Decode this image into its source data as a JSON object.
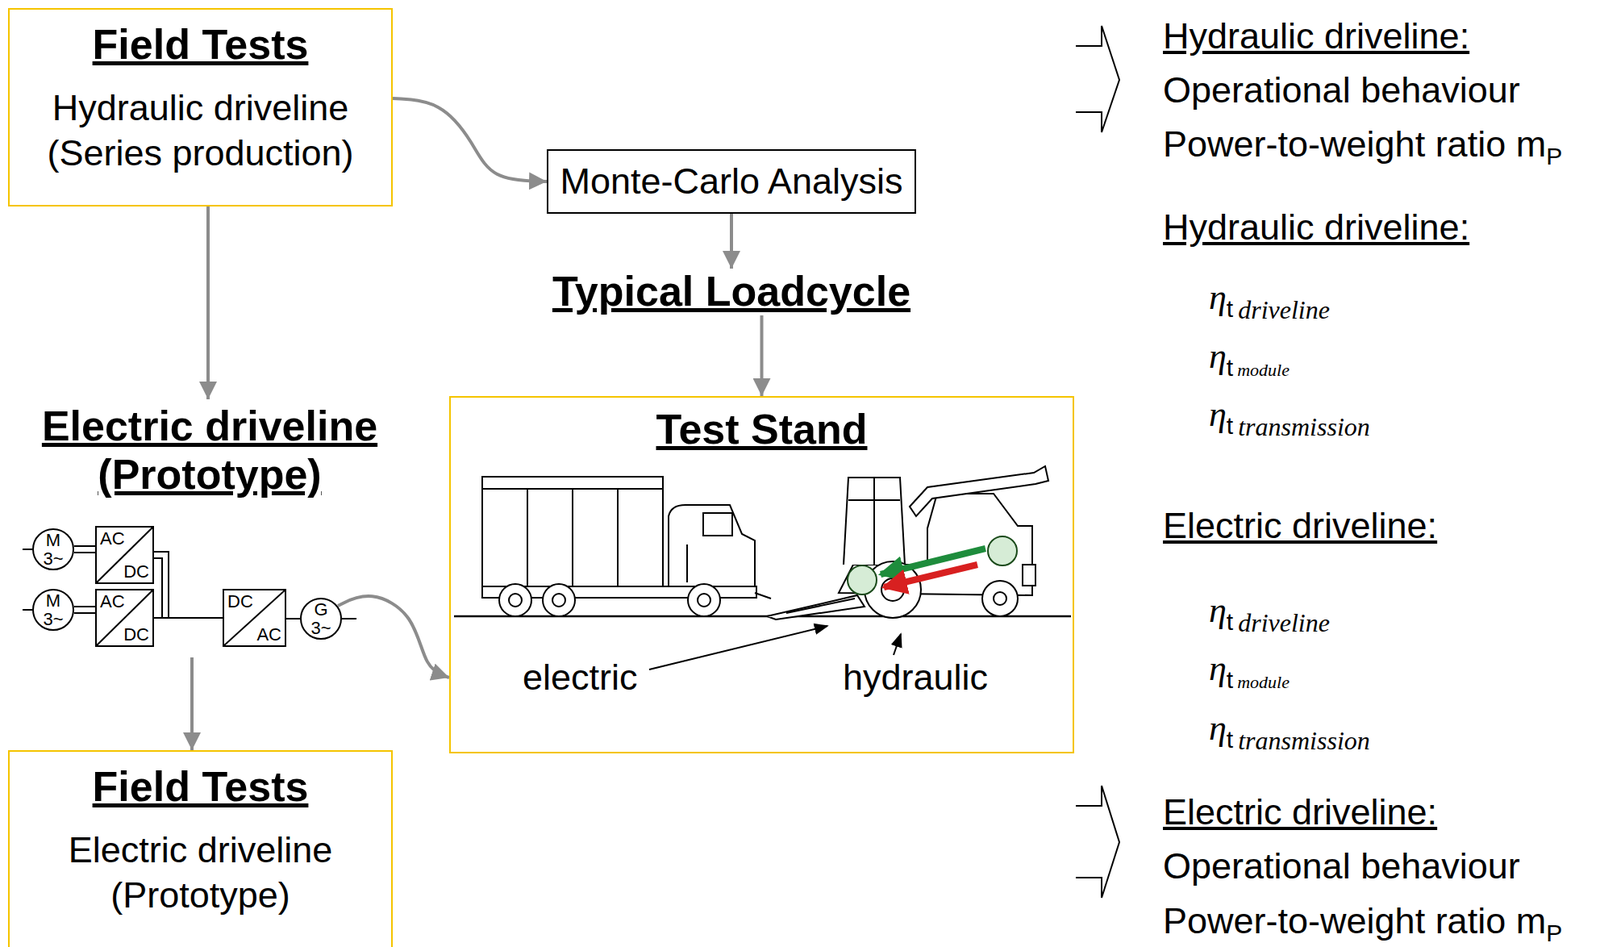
{
  "diagram": {
    "nodes": [
      {
        "text": [
          "Field Tests",
          "Hydraulic driveline (Series production)"
        ]
      },
      {
        "text": [
          "Monte-Carlo Analysis"
        ]
      },
      {
        "text": [
          "Typical Loadcycle"
        ]
      },
      {
        "text": [
          "Electric driveline (Prototype)"
        ]
      },
      {
        "text": [
          "M",
          "3~"
        ],
        "in": 3
      },
      {
        "text": [
          "AC",
          "DC"
        ],
        "in": 3
      },
      {
        "text": [
          "M",
          "3~"
        ],
        "in": 3
      },
      {
        "text": [
          "AC",
          "DC"
        ],
        "in": 3
      },
      {
        "text": [
          "DC",
          "AC"
        ],
        "in": 3
      },
      {
        "text": [
          "G",
          "3~"
        ],
        "in": 3
      },
      {
        "text": [
          "Test Stand"
        ]
      },
      {
        "text": [
          "Field Tests",
          "Electric driveline (Prototype)"
        ]
      }
    ],
    "edges": [
      {
        "from": 0,
        "to": 1,
        "arrow": "to"
      },
      {
        "from": 0,
        "to": 3,
        "arrow": "to"
      },
      {
        "from": 1,
        "to": 2,
        "arrow": "to"
      },
      {
        "from": 2,
        "to": 10,
        "arrow": "to"
      },
      {
        "from": 3,
        "to": 11,
        "arrow": "to"
      },
      {
        "from": 4,
        "to": 5,
        "arrow": "none"
      },
      {
        "from": 6,
        "to": 7,
        "arrow": "none"
      },
      {
        "from": 5,
        "to": 8,
        "arrow": "none"
      },
      {
        "from": 7,
        "to": 8,
        "arrow": "none"
      },
      {
        "from": 8,
        "to": 9,
        "arrow": "none"
      },
      {
        "from": 9,
        "to": 10,
        "arrow": "to"
      }
    ],
    "labels": [
      "Hydraulic driveline:",
      "Operational behaviour",
      "Power-to-weight ratio m",
      "P",
      "Hydraulic driveline:",
      "η",
      "t",
      "driveline",
      "η",
      "t",
      "module",
      "η",
      "t",
      "transmission",
      "Electric driveline:",
      "η",
      "t",
      "driveline",
      "η",
      "t",
      "module",
      "η",
      "t",
      "transmission",
      "Electric driveline:",
      "Operational behaviour",
      "Power-to-weight ratio m",
      "P",
      "electric",
      "hydraulic"
    ]
  }
}
